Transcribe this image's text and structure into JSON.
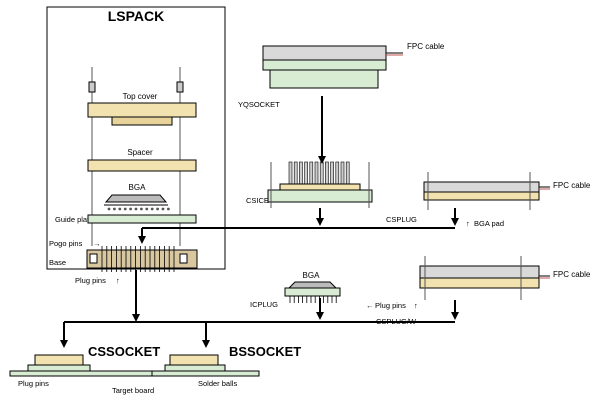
{
  "lspack": {
    "title": "LSPACK",
    "top_cover": "Top cover",
    "spacer": "Spacer",
    "bga": "BGA",
    "guide_plate": "Guide plate",
    "pogo_pins": "Pogo pins",
    "base": "Base",
    "plug_pins": "Plug pins"
  },
  "yqsocket": {
    "label": "YQSOCKET",
    "fpc_cable": "FPC cable"
  },
  "csice": {
    "label": "CSICE"
  },
  "csplug": {
    "label": "CSPLUG",
    "bga_pad": "BGA pad",
    "fpc_cable": "FPC cable"
  },
  "icplug": {
    "bga": "BGA",
    "label": "ICPLUG",
    "plug_pins": "Plug pins"
  },
  "csplug_w": {
    "label": "CSPLUG/W",
    "fpc_cable": "FPC cable"
  },
  "bottom": {
    "cssocket": "CSSOCKET",
    "bssocket": "BSSOCKET",
    "plug_pins": "Plug pins",
    "target_board": "Target board",
    "solder_balls": "Solder balls"
  },
  "colors": {
    "tan": "#f2e2b0",
    "green": "#d7ecd3",
    "gray": "#d9d9d9",
    "line": "#000000"
  }
}
